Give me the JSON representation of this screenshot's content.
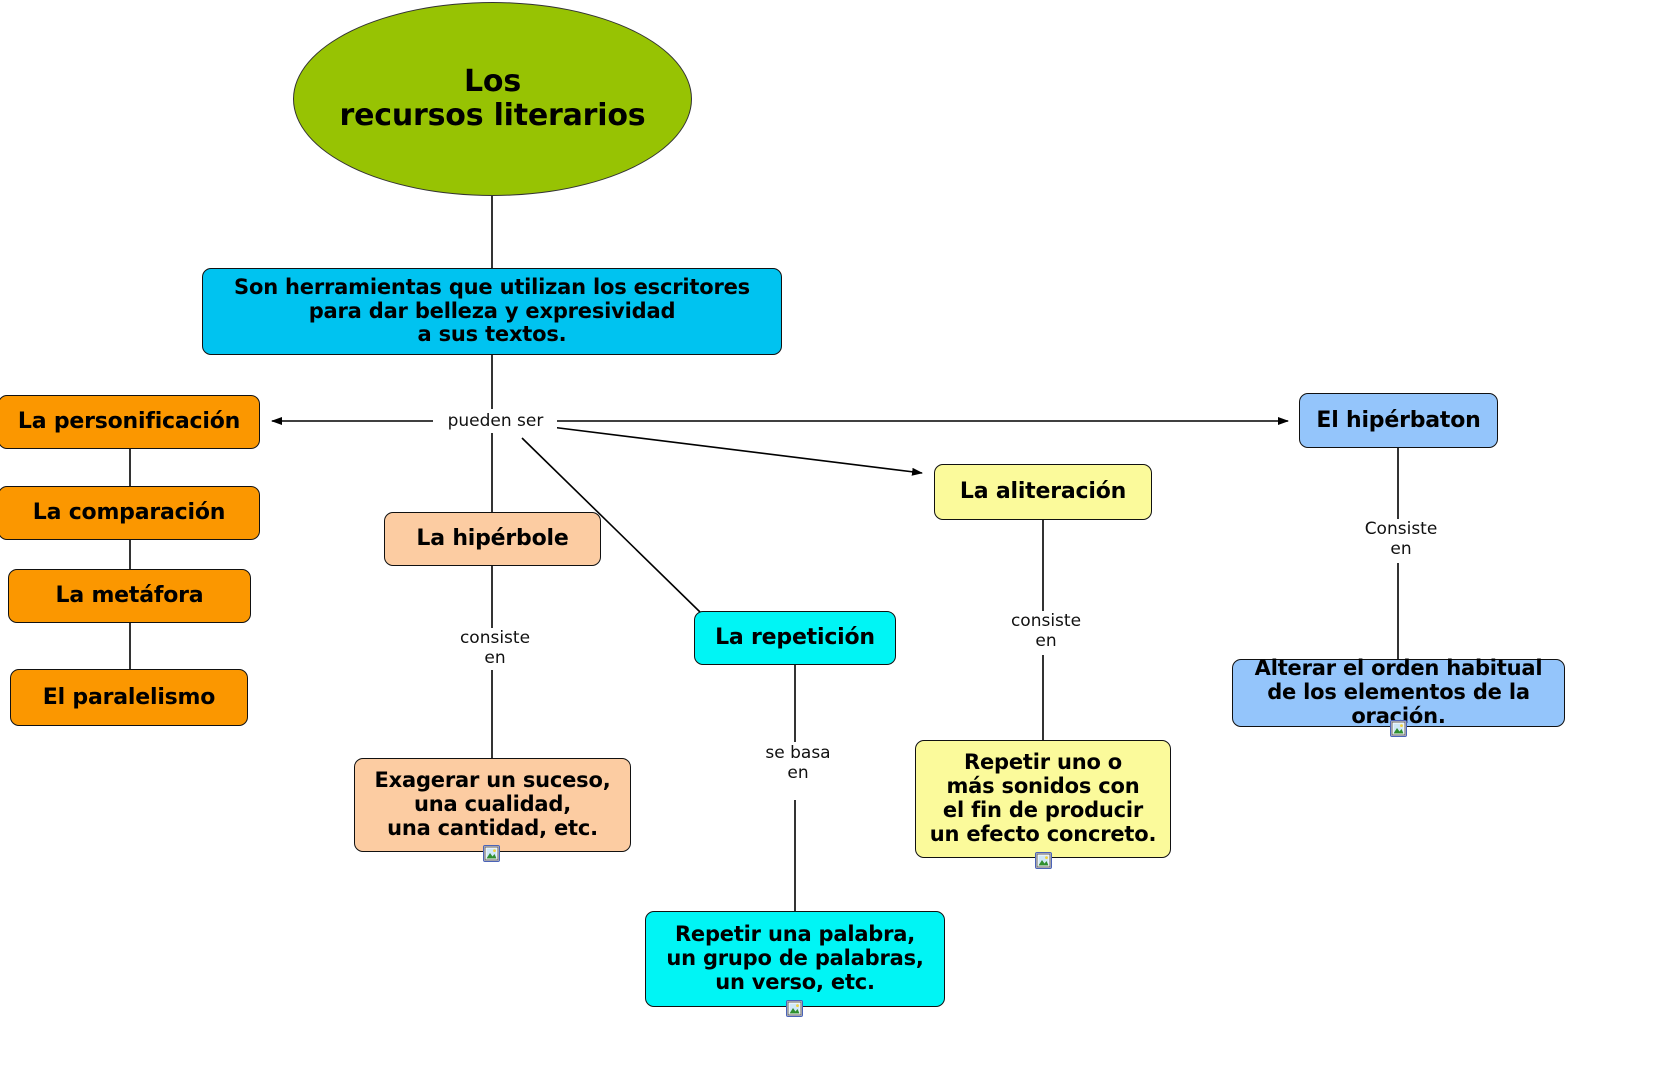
{
  "diagram": {
    "title": "Los recursos literarios",
    "type": "concept-map",
    "background": "#ffffff"
  },
  "nodes": {
    "root": {
      "label": "Los\nrecursos literarios",
      "color": "#97c303",
      "shape": "ellipse"
    },
    "definition": {
      "label": "Son herramientas que utilizan los escritores\npara dar belleza y expresividad\na sus textos.",
      "color": "#00c3f0",
      "shape": "rounded-rect"
    },
    "personificacion": {
      "label": "La personificación",
      "color": "#fb9700",
      "shape": "rounded-rect"
    },
    "comparacion": {
      "label": "La comparación",
      "color": "#fb9700",
      "shape": "rounded-rect"
    },
    "metafora": {
      "label": "La metáfora",
      "color": "#fb9700",
      "shape": "rounded-rect"
    },
    "paralelismo": {
      "label": "El paralelismo",
      "color": "#fb9700",
      "shape": "rounded-rect"
    },
    "hiperbole": {
      "label": "La hipérbole",
      "color": "#fcccA2",
      "shape": "rounded-rect"
    },
    "hiperbole_def": {
      "label": "Exagerar un suceso,\nuna cualidad,\nuna cantidad, etc.",
      "color": "#fcccA2",
      "shape": "rounded-rect"
    },
    "repeticion": {
      "label": "La repetición",
      "color": "#00f5f5",
      "shape": "rounded-rect"
    },
    "repeticion_def": {
      "label": "Repetir una palabra,\nun grupo de palabras,\nun verso, etc.",
      "color": "#00f5f5",
      "shape": "rounded-rect"
    },
    "aliteracion": {
      "label": "La aliteración",
      "color": "#fbfa9b",
      "shape": "rounded-rect"
    },
    "aliteracion_def": {
      "label": "Repetir uno o\nmás sonidos con\nel fin de producir\nun efecto concreto.",
      "color": "#fbfa9b",
      "shape": "rounded-rect"
    },
    "hiperbaton": {
      "label": "El hipérbaton",
      "color": "#94c5fb",
      "shape": "rounded-rect"
    },
    "hiperbaton_def": {
      "label": "Alterar el orden habitual\nde los elementos de la\noración.",
      "color": "#94c5fb",
      "shape": "rounded-rect"
    }
  },
  "link_labels": {
    "pueden_ser": "pueden ser",
    "consiste_en_hiperbole": "consiste\nen",
    "se_basa_en": "se basa\nen",
    "consiste_en_aliteracion": "consiste\nen",
    "consiste_en_hiperbaton": "Consiste\nen"
  },
  "badges": {
    "icon_name": "image-resource-icon",
    "count": 4
  }
}
